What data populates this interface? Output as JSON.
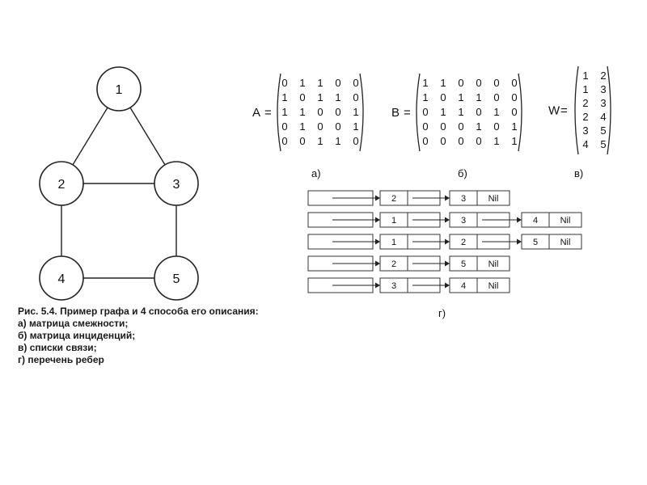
{
  "graph": {
    "nodes": [
      {
        "id": "1",
        "label": "1"
      },
      {
        "id": "2",
        "label": "2"
      },
      {
        "id": "3",
        "label": "3"
      },
      {
        "id": "4",
        "label": "4"
      },
      {
        "id": "5",
        "label": "5"
      }
    ],
    "edges": [
      [
        "1",
        "2"
      ],
      [
        "1",
        "3"
      ],
      [
        "2",
        "3"
      ],
      [
        "2",
        "4"
      ],
      [
        "3",
        "5"
      ],
      [
        "4",
        "5"
      ]
    ]
  },
  "matrices": [
    {
      "name": "A",
      "eq": "=",
      "sublabel": "а)",
      "rows": [
        [
          "0",
          "1",
          "1",
          "0",
          "0"
        ],
        [
          "1",
          "0",
          "1",
          "1",
          "0"
        ],
        [
          "1",
          "1",
          "0",
          "0",
          "1"
        ],
        [
          "0",
          "1",
          "0",
          "0",
          "1"
        ],
        [
          "0",
          "0",
          "1",
          "1",
          "0"
        ]
      ]
    },
    {
      "name": "B",
      "eq": "=",
      "sublabel": "б)",
      "rows": [
        [
          "1",
          "1",
          "0",
          "0",
          "0",
          "0"
        ],
        [
          "1",
          "0",
          "1",
          "1",
          "0",
          "0"
        ],
        [
          "0",
          "1",
          "1",
          "0",
          "1",
          "0"
        ],
        [
          "0",
          "0",
          "0",
          "1",
          "0",
          "1"
        ],
        [
          "0",
          "0",
          "0",
          "0",
          "1",
          "1"
        ]
      ]
    },
    {
      "name": "W",
      "eq": "=",
      "sublabel": "в)",
      "rows": [
        [
          "1",
          "2"
        ],
        [
          "1",
          "3"
        ],
        [
          "2",
          "3"
        ],
        [
          "2",
          "4"
        ],
        [
          "3",
          "5"
        ],
        [
          "4",
          "5"
        ]
      ]
    }
  ],
  "adjacency_lists": {
    "sublabel": "г)",
    "rows": [
      [
        {
          "value": "2"
        },
        {
          "value": "3",
          "next": "Nil"
        }
      ],
      [
        {
          "value": "1"
        },
        {
          "value": "3"
        },
        {
          "value": "4",
          "next": "Nil"
        }
      ],
      [
        {
          "value": "1"
        },
        {
          "value": "2"
        },
        {
          "value": "5",
          "next": "Nil"
        }
      ],
      [
        {
          "value": "2"
        },
        {
          "value": "5",
          "next": "Nil"
        }
      ],
      [
        {
          "value": "3"
        },
        {
          "value": "4",
          "next": "Nil"
        }
      ]
    ]
  },
  "caption": {
    "line1": "Рис. 5.4. Пример графа и 4 способа его описания:",
    "line2": "а) матрица смежности;",
    "line3": "б) матрица инциденций;",
    "line4": "в) списки связи;",
    "line5": "г) перечень ребер"
  }
}
